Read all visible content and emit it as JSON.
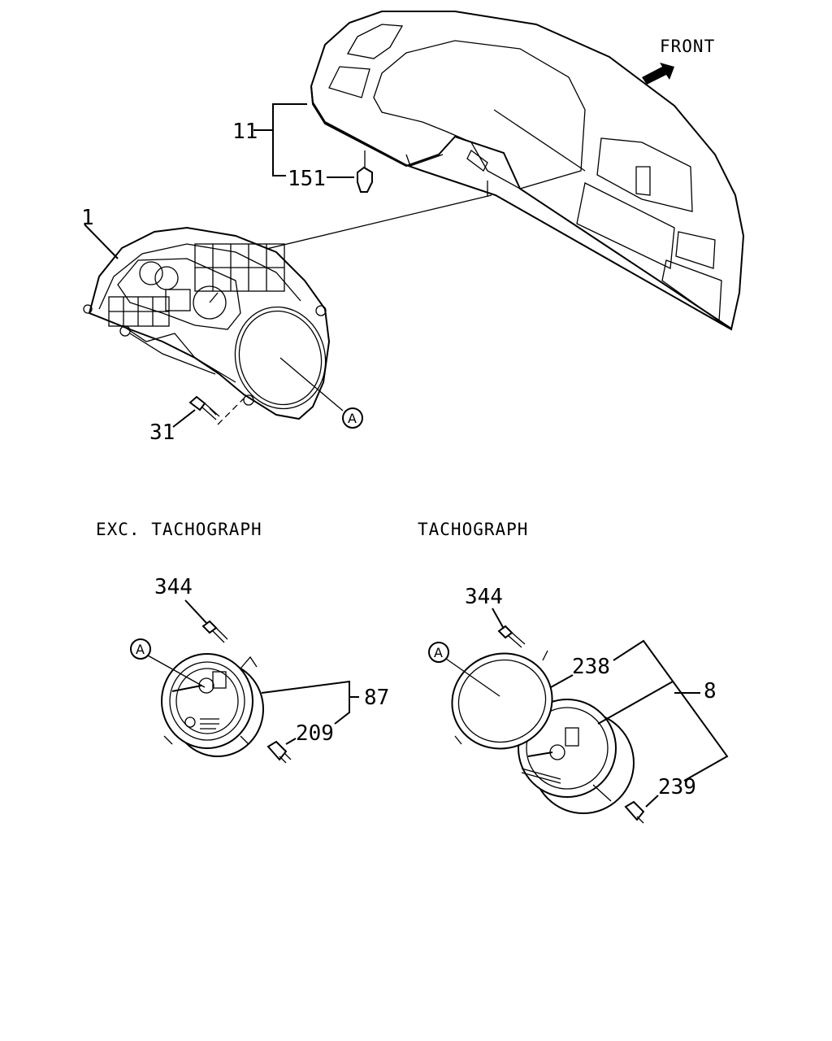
{
  "orientation_label": "FRONT",
  "callouts": {
    "instrument_panel_cover": "11",
    "clip": "151",
    "meter_assembly": "1",
    "screw_meter": "31",
    "ref_a_top": "A",
    "ref_a_left": "A",
    "ref_a_right": "A",
    "screw_left": "344",
    "screw_right": "344",
    "speedometer_exc": "87",
    "bulb_exc": "209",
    "lens_cover": "238",
    "tachograph_meter": "8",
    "bulb_tacho": "239"
  },
  "sections": {
    "left_caption": "EXC. TACHOGRAPH",
    "right_caption": "TACHOGRAPH"
  },
  "colors": {
    "line": "#000000",
    "background": "#ffffff"
  }
}
